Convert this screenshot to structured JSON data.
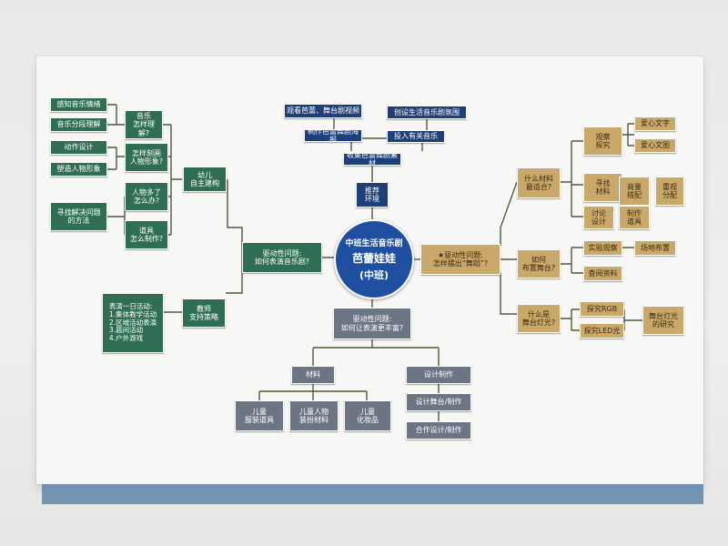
{
  "colors": {
    "green": "#2f6e52",
    "navy": "#1f3f78",
    "gray": "#6b7584",
    "gold": "#c9a86a",
    "center": "#1e4fa0",
    "wire": "#4f5a3a"
  },
  "center": {
    "line1": "中班生活音乐剧",
    "line2": "芭蕾娃娃",
    "line3": "(中班)"
  },
  "top": {
    "hub": "推荐\n环境",
    "left_group_hub": "收集芭蕾舞剧素材",
    "l1": "观看芭蕾、舞台剧视频",
    "l2": "制作芭蕾舞剧海报",
    "r1": "创设生活音乐剧氛围",
    "r2": "投入有关音乐"
  },
  "left": {
    "main": "驱动性问题:\n如何表演音乐剧?",
    "sub1": "幼儿\n自主建构",
    "q1": "音乐\n怎样理解?",
    "q2": "怎样刻画\n人物形象?",
    "q3": "人物多了\n怎么办?",
    "q4": "道具\n怎么制作?",
    "a1": "感知音乐情绪",
    "a2": "音乐分段理解",
    "a3": "动作设计",
    "a4": "塑造人物形象",
    "a5": "寻找解决问题\n的方法",
    "sub2": "教师\n支持策略",
    "strategy": "表演一日活动:\n1.集体教学活动\n2.区域活动表演\n3.晨间活动\n4.户外游戏"
  },
  "bottom": {
    "main": "驱动性问题:\n如何让表演更丰富?",
    "materials": "材料",
    "m1": "儿童\n服装道具",
    "m2": "儿童人物\n装扮材料",
    "m3": "儿童\n化妆品",
    "design": "设计制作",
    "d1": "设计舞台/制作",
    "d2": "合作设计/制作"
  },
  "right": {
    "main": "★驱动性问题:\n怎样摆出“舞蹈”?",
    "b1": "什么材料\n最适合?",
    "c1": "观察\n探究",
    "c1a": "爱心文字",
    "c1b": "爱心文图",
    "c2": "寻找\n材料",
    "c2a": "商量\n搭配",
    "c2b": "重视\n分配",
    "c3": "讨论\n设计",
    "c3a": "制作\n道具",
    "b2": "如何\n布置舞台?",
    "e1": "实验观察",
    "e1a": "场地布置",
    "e2": "查阅资料",
    "b3": "什么是\n舞台灯光?",
    "f1": "探究RGB",
    "f2": "探究LED光",
    "f3": "舞台灯光\n的研究"
  }
}
